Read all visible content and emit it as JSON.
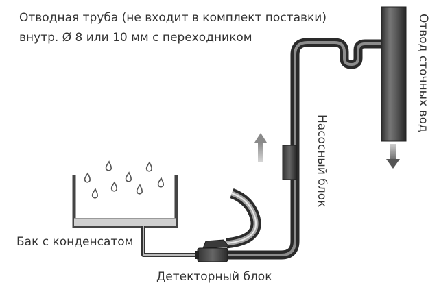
{
  "labels": {
    "drain_pipe_line1": "Отводная труба (не входит в комплект поставки)",
    "drain_pipe_line2": "внутр. Ø 8 или 10 мм с переходником",
    "tank": "Бак с конденсатом",
    "detector_unit": "Детекторный блок",
    "pump_unit": "Насосный блок",
    "waste_water": "Отвод сточных вод"
  }
}
